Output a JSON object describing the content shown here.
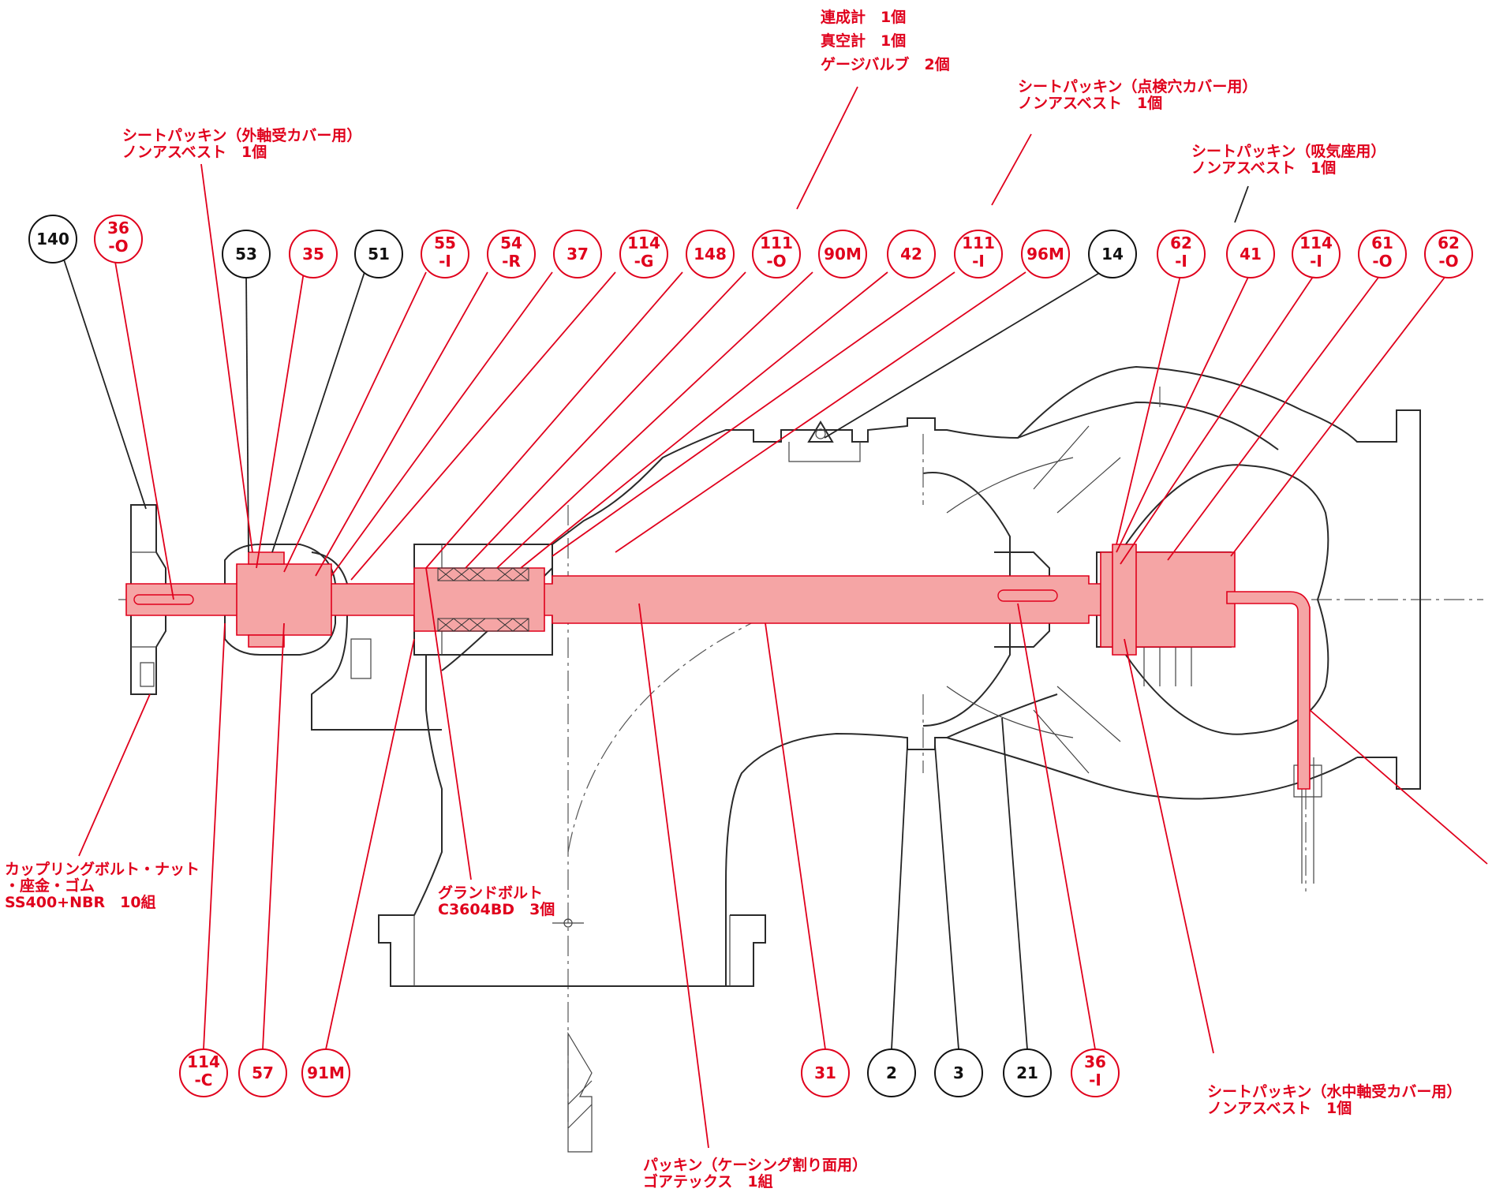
{
  "colors": {
    "highlight": "#f5a5a5",
    "red": "#e0001c",
    "black": "#111111"
  },
  "balloons": {
    "b140": "140",
    "b36o_a": "36",
    "b36o_b": "-O",
    "b53": "53",
    "b35": "35",
    "b51": "51",
    "b55_a": "55",
    "b55_b": "-I",
    "b54_a": "54",
    "b54_b": "-R",
    "b37": "37",
    "b114g_a": "114",
    "b114g_b": "-G",
    "b148": "148",
    "b111o_a": "111",
    "b111o_b": "-O",
    "b90m": "90M",
    "b42": "42",
    "b111i_a": "111",
    "b111i_b": "-I",
    "b96m": "96M",
    "b14": "14",
    "b62i_a": "62",
    "b62i_b": "-I",
    "b41": "41",
    "b114i_a": "114",
    "b114i_b": "-I",
    "b61o_a": "61",
    "b61o_b": "-O",
    "b62o_a": "62",
    "b62o_b": "-O",
    "b114c_a": "114",
    "b114c_b": "-C",
    "b57": "57",
    "b91m": "91M",
    "b31": "31",
    "b2": "2",
    "b3": "3",
    "b21": "21",
    "b36i_a": "36",
    "b36i_b": "-I"
  },
  "notes": {
    "gauges": [
      "連成計　1個",
      "真空計　1個",
      "ゲージバルブ　2個"
    ],
    "sheet_inspection": [
      "シートパッキン（点検穴カバー用）",
      "ノンアスベスト　1個"
    ],
    "sheet_outer_bearing": [
      "シートパッキン（外軸受カバー用）",
      "ノンアスベスト　1個"
    ],
    "sheet_suction": [
      "シートパッキン（吸気座用）",
      "ノンアスベスト　1個"
    ],
    "coupling": [
      "カップリングボルト・ナット",
      "・座金・ゴム",
      "SS400+NBR　10組"
    ],
    "gland_bolt": [
      "グランドボルト",
      "C3604BD　3個"
    ],
    "sheet_submerged_bearing": [
      "シートパッキン（水中軸受カバー用）",
      "ノンアスベスト　1個"
    ],
    "casing_packing": [
      "パッキン（ケーシング割り面用）",
      "ゴアテックス　1組"
    ]
  }
}
